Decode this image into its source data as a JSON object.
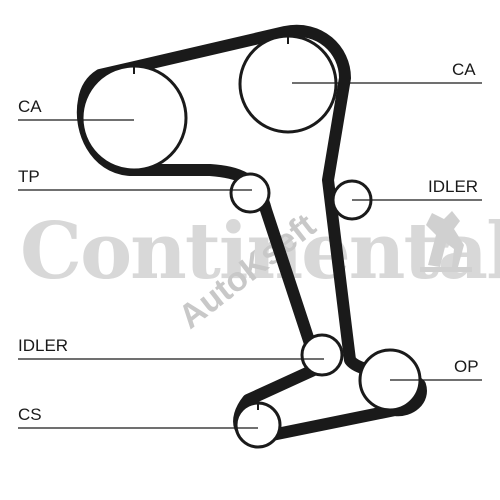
{
  "watermark": {
    "brand": "Continental",
    "overlay": "AutoKseft",
    "overlay_first": "A"
  },
  "labels": {
    "ca_left": "CA",
    "ca_right": "CA",
    "tp": "TP",
    "idler_right": "IDLER",
    "idler_left": "IDLER",
    "op": "OP",
    "cs": "CS"
  },
  "colors": {
    "belt": "#1a1a1a",
    "watermark": "#d8d8d8",
    "overlay_accent": "#e06060"
  }
}
